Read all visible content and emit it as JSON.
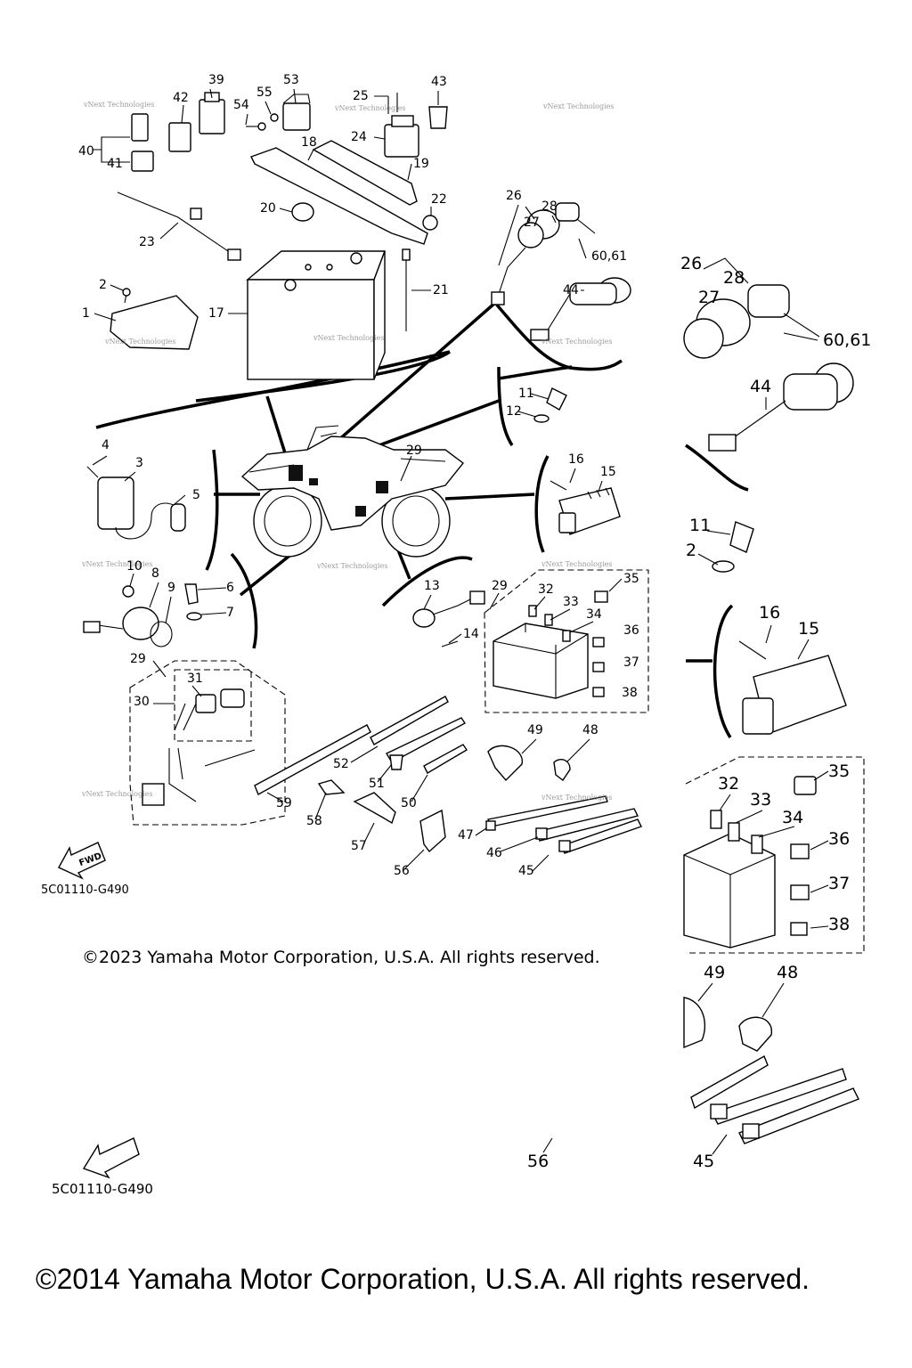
{
  "callouts": [
    "1",
    "2",
    "3",
    "4",
    "5",
    "6",
    "7",
    "8",
    "9",
    "10",
    "11",
    "12",
    "13",
    "14",
    "15",
    "16",
    "17",
    "18",
    "19",
    "20",
    "21",
    "22",
    "23",
    "24",
    "25",
    "26",
    "27",
    "28",
    "29",
    "30",
    "31",
    "32",
    "33",
    "34",
    "35",
    "36",
    "37",
    "38",
    "39",
    "40",
    "41",
    "42",
    "43",
    "44",
    "45",
    "46",
    "47",
    "48",
    "49",
    "50",
    "51",
    "52",
    "53",
    "54",
    "55",
    "56",
    "57",
    "58",
    "59",
    "60,61"
  ],
  "watermark": "vNext Technologies",
  "fwd_label": "FWD",
  "diagram_code": "5C01110-G490",
  "copyright_2023": "©2023 Yamaha Motor Corporation, U.S.A. All rights reserved.",
  "copyright_2014": "©2014 Yamaha Motor Corporation, U.S.A. All rights reserved."
}
